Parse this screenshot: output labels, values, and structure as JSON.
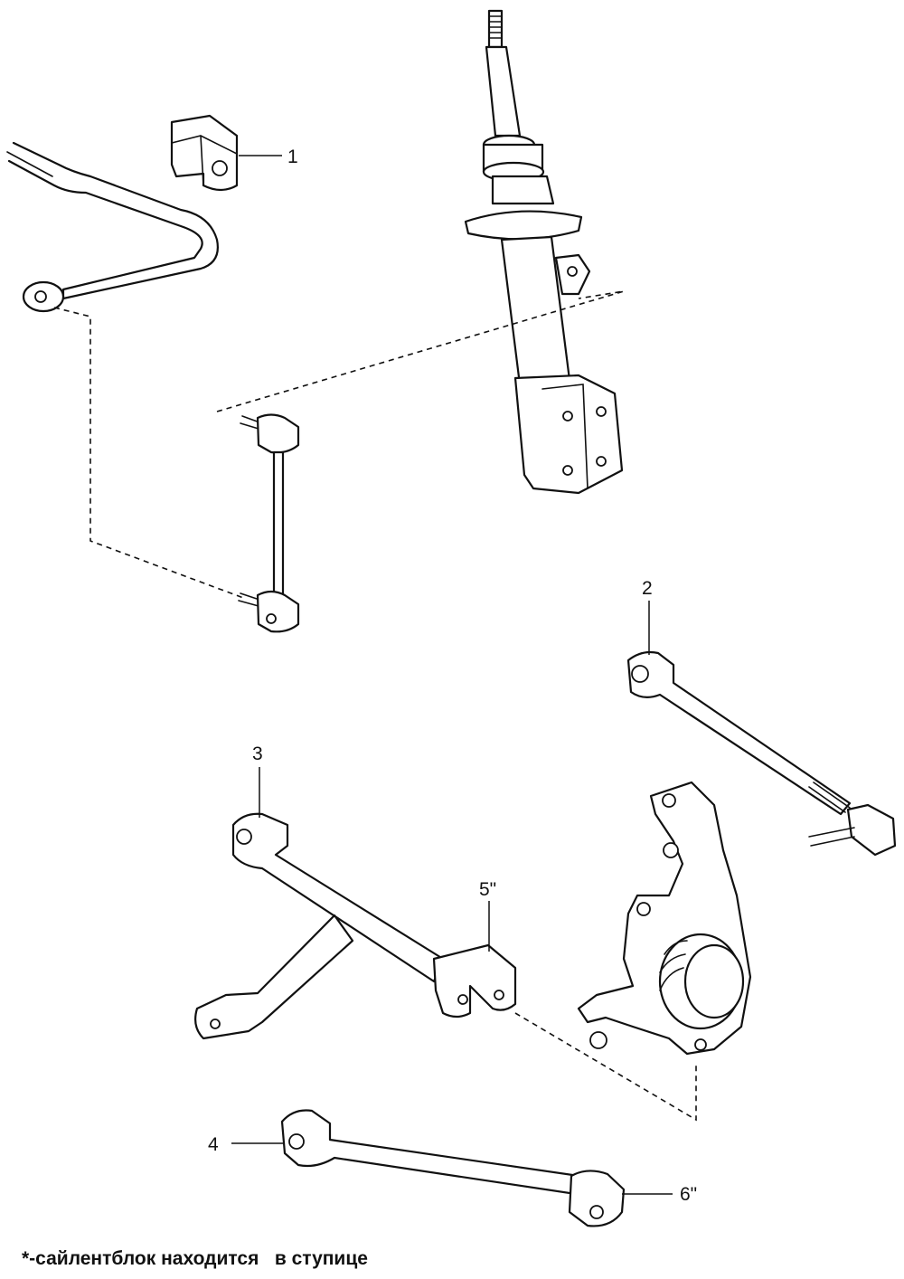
{
  "callouts": {
    "c1": "1",
    "c2": "2",
    "c3": "3",
    "c4": "4",
    "c5": "5\"",
    "c6": "6\""
  },
  "footnote": "*-сайлентблок находится   в ступице",
  "colors": {
    "ink": "#111111",
    "paper": "#ffffff"
  },
  "parts": [
    "stabilizer-bar",
    "stabilizer-bushing",
    "stabilizer-link",
    "strut-shock-absorber",
    "upper-lateral-arm",
    "front-lateral-arm",
    "trailing-arm",
    "lower-lateral-arm",
    "steering-knuckle"
  ]
}
